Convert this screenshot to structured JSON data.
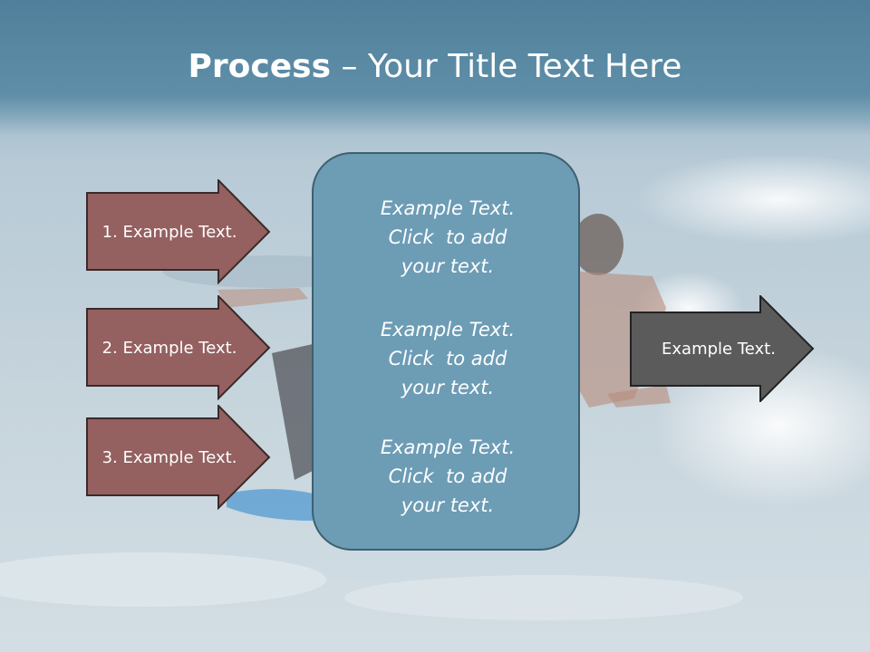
{
  "title": {
    "bold": "Process",
    "rest": " – Your Title Text Here"
  },
  "steps": [
    {
      "label": "1. Example Text."
    },
    {
      "label": "2. Example Text."
    },
    {
      "label": "3. Example Text."
    }
  ],
  "center": {
    "items": [
      {
        "line1": "Example Text.",
        "line2": "Click  to add",
        "line3": "your text."
      },
      {
        "line1": "Example Text.",
        "line2": "Click  to add",
        "line3": "your text."
      },
      {
        "line1": "Example Text.",
        "line2": "Click  to add",
        "line3": "your text."
      }
    ]
  },
  "output": {
    "label": "Example Text."
  },
  "colors": {
    "title_band": "#4f7f9a",
    "step_arrow_fill": "#956060",
    "center_box_fill": "#6d9cb5",
    "output_arrow_fill": "#5b5b5b"
  },
  "background": {
    "image": "ocean-surfer-photo"
  }
}
